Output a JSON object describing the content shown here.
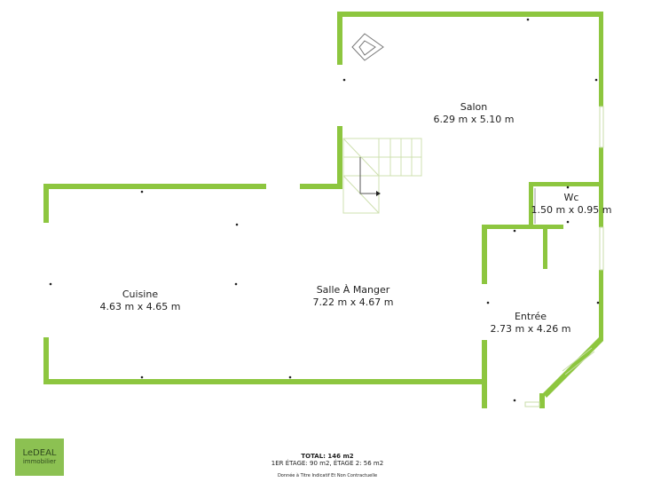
{
  "rooms": [
    {
      "name": "Salon",
      "size": "6.29 m x 5.10 m"
    },
    {
      "name": "Wc",
      "size": "1.50 m x 0.95 m"
    },
    {
      "name": "Cuisine",
      "size": "4.63 m x 4.65 m"
    },
    {
      "name": "Salle À Manger",
      "size": "7.22 m x 4.67 m"
    },
    {
      "name": "Entrée",
      "size": "2.73 m x 4.26 m"
    }
  ],
  "footer": {
    "total": "TOTAL: 146 m2",
    "floors": "1ER ÉTAGE: 90 m2, ÉTAGE 2: 56 m2",
    "disclaimer": "Donnée à Titre Indicatif Et Non Contractuelle"
  },
  "logo": {
    "line1": "LeDEAL",
    "line2": "immobilier"
  },
  "colors": {
    "wall": "#8dc63f",
    "logo_bg": "#8cc152"
  }
}
